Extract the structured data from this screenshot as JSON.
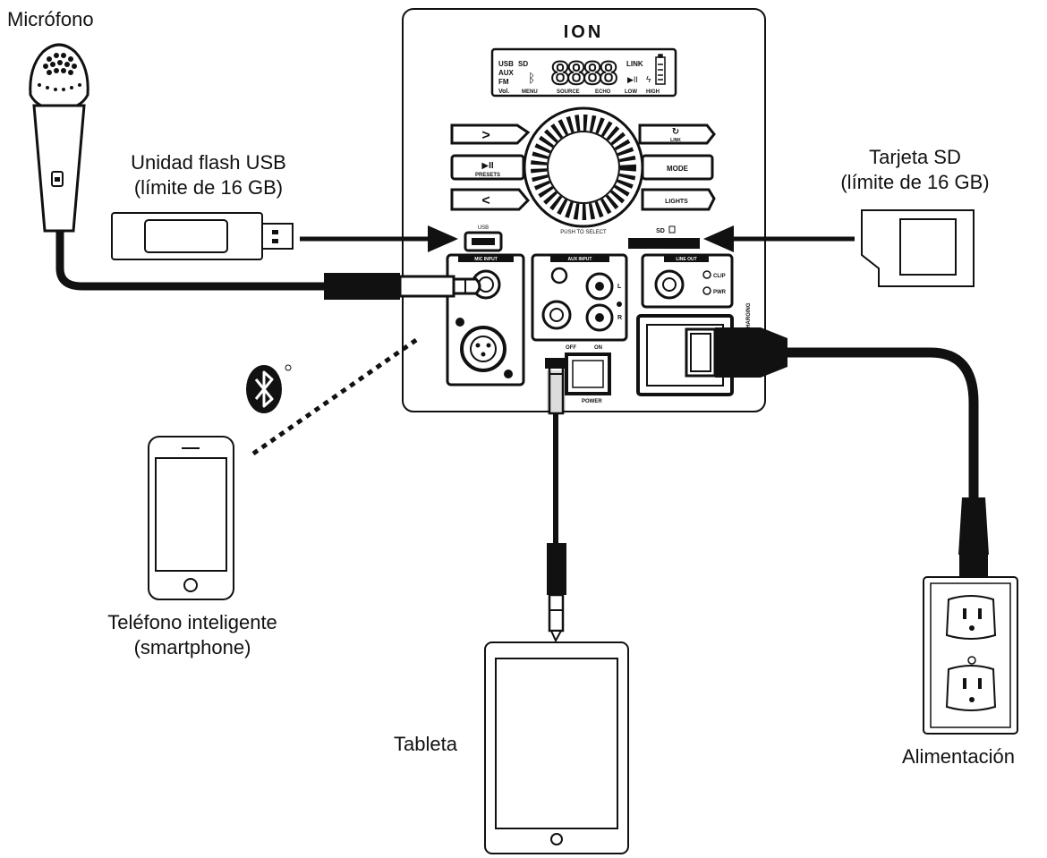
{
  "labels": {
    "microphone": "Micrófono",
    "usb_line1": "Unidad flash USB",
    "usb_line2": "(límite de 16 GB)",
    "sd_line1": "Tarjeta SD",
    "sd_line2": "(límite de 16 GB)",
    "phone_line1": "Teléfono inteligente",
    "phone_line2": "(smartphone)",
    "tablet": "Tableta",
    "power": "Alimentación"
  },
  "panel": {
    "brand": "ION",
    "display_left": [
      "USB",
      "SD",
      "AUX",
      "FM",
      "Vol."
    ],
    "display_digits": "8888",
    "display_right": [
      "LINK"
    ],
    "display_bottom": [
      "MENU",
      "SOURCE",
      "ECHO",
      "LOW",
      "HIGH"
    ],
    "btn_link": "LINK",
    "btn_presets": "PRESETS",
    "btn_mode": "MODE",
    "btn_lights": "LIGHTS",
    "push_to_select": "PUSH TO SELECT",
    "usb_port": "USB",
    "sd_slot": "SD",
    "mic_input": "MIC INPUT",
    "aux_input": "AUX INPUT",
    "line_out": "LINE OUT",
    "clip": "CLIP",
    "pwr": "PWR",
    "aux_l": "L",
    "aux_r": "R",
    "power_off": "OFF",
    "power_on": "ON",
    "power_label": "POWER",
    "side_label": "PAIR / CHARGING"
  },
  "colors": {
    "ink": "#111111",
    "paper": "#ffffff"
  }
}
